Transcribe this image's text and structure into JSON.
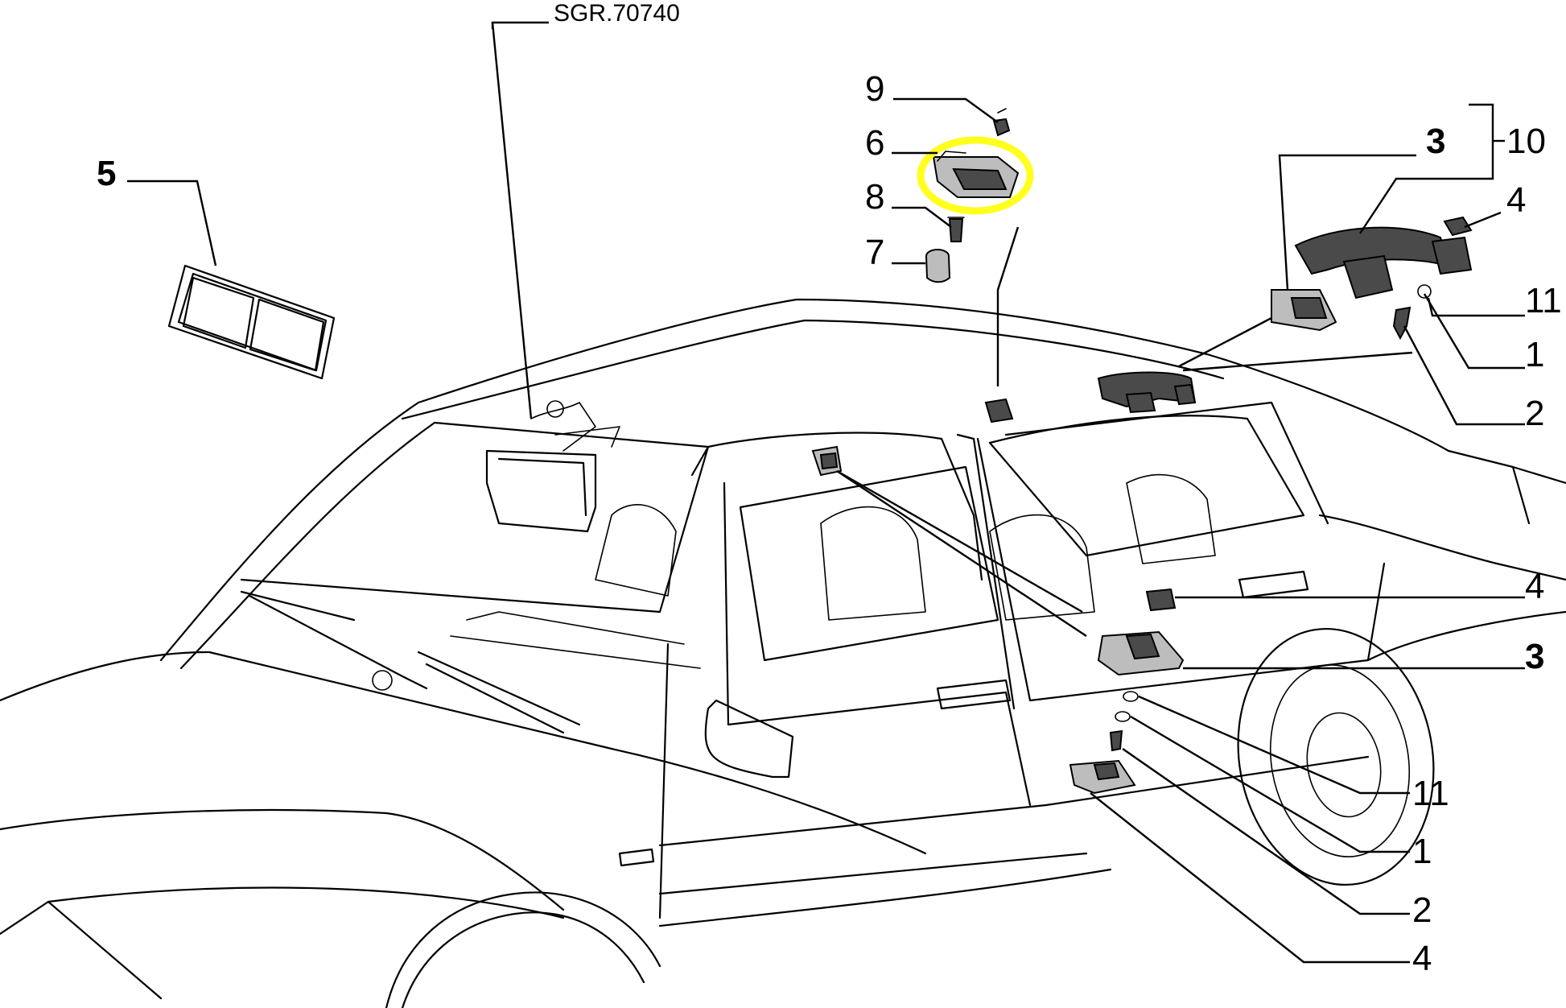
{
  "reference_code": "SGR.70740",
  "callouts": {
    "c5": "5",
    "c9": "9",
    "c6": "6",
    "c8": "8",
    "c7": "7",
    "c3_top": "3",
    "c10": "10",
    "c4_top": "4",
    "c11_top": "11",
    "c1_top": "1",
    "c2_top": "2",
    "c4_mid": "4",
    "c3_mid": "3",
    "c11_bot": "11",
    "c1_bot": "1",
    "c2_bot": "2",
    "c4_bot": "4"
  },
  "colors": {
    "line": "#000000",
    "background": "#ffffff",
    "highlight": "#ffff1e",
    "part_fill": "#4a4a4a"
  }
}
